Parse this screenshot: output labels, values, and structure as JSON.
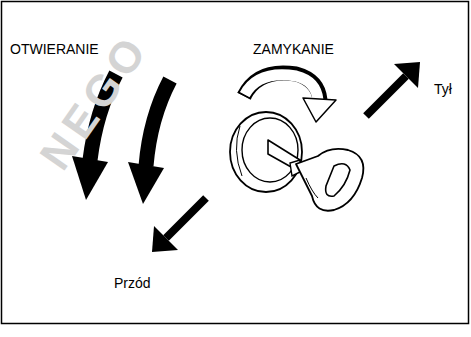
{
  "diagram": {
    "labels": [
      "OTWIERANIE",
      "ZAMYKANIE",
      "Tył",
      "Przód",
      "NEGO"
    ]
  }
}
